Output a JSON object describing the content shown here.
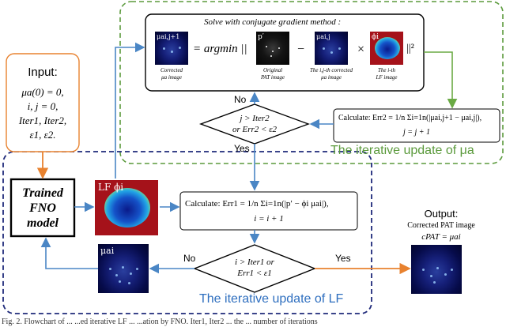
{
  "colors": {
    "green_dashed": "#5b9a3c",
    "navy_dashed": "#1f2a7a",
    "blue_arrow": "#4a86c5",
    "green_arrow": "#6aaa44",
    "orange_arrow": "#e8822f",
    "orange_box": "#e8822f",
    "iter_mu_text": "#5b9a3c",
    "iter_lf_text": "#2f6fbf"
  },
  "input_box": {
    "title": "Input:",
    "lines": [
      "μa(0) = 0,",
      "i, j = 0,",
      "Iter1, Iter2,",
      "ε1, ε2."
    ]
  },
  "fno_box": {
    "lines": [
      "Trained",
      "FNO",
      "model"
    ]
  },
  "lf_label": "LF ϕi",
  "mu_i_label": "μai",
  "cg_box": {
    "title": "Solve with conjugate gradient method :",
    "equals_argmin": "= argmin ||",
    "minus": "−",
    "times": "×",
    "norm_sq": "||²",
    "captions": {
      "corrected": [
        "Corrected",
        "μa image"
      ],
      "original": [
        "Original",
        "PAT image"
      ],
      "ij_corrected": [
        "The i,j-th corrected",
        "μa image"
      ],
      "ith_lf": [
        "The i-th",
        "LF image"
      ]
    },
    "img_labels": {
      "mu_ij1": "μai,j+1",
      "p_prime": "p′",
      "mu_ij": "μai,j",
      "phi_i": "ϕi"
    }
  },
  "err2_box": {
    "line1": "Calculate: Err2 = 1/n Σi=1n(|μai,j+1 − μai,j|),",
    "line2": "j = j + 1"
  },
  "diamond_top": {
    "line1": "j > Iter2",
    "line2": "or Err2 < ε2"
  },
  "diamond_bottom": {
    "line1": "i > Iter1 or",
    "line2": "Err1 < ε1"
  },
  "err1_box": {
    "line1": "Calculate: Err1 = 1/n Σi=1n(|p′ − ϕi μai|),",
    "line2": "i = i + 1"
  },
  "labels": {
    "no_top": "No",
    "yes_top": "Yes",
    "no_bottom": "No",
    "yes_bottom": "Yes"
  },
  "iter_mu": "The iterative update of μa",
  "iter_lf": "The iterative update of LF",
  "output": {
    "title": "Output:",
    "subtitle": "Corrected PAT image",
    "eq": "cPAT = μai"
  },
  "caption": "Fig. 2. Flowchart of ... ...ed iterative LF ... ...ation by FNO. Iter1, Iter2 ... the ... number of iterations"
}
